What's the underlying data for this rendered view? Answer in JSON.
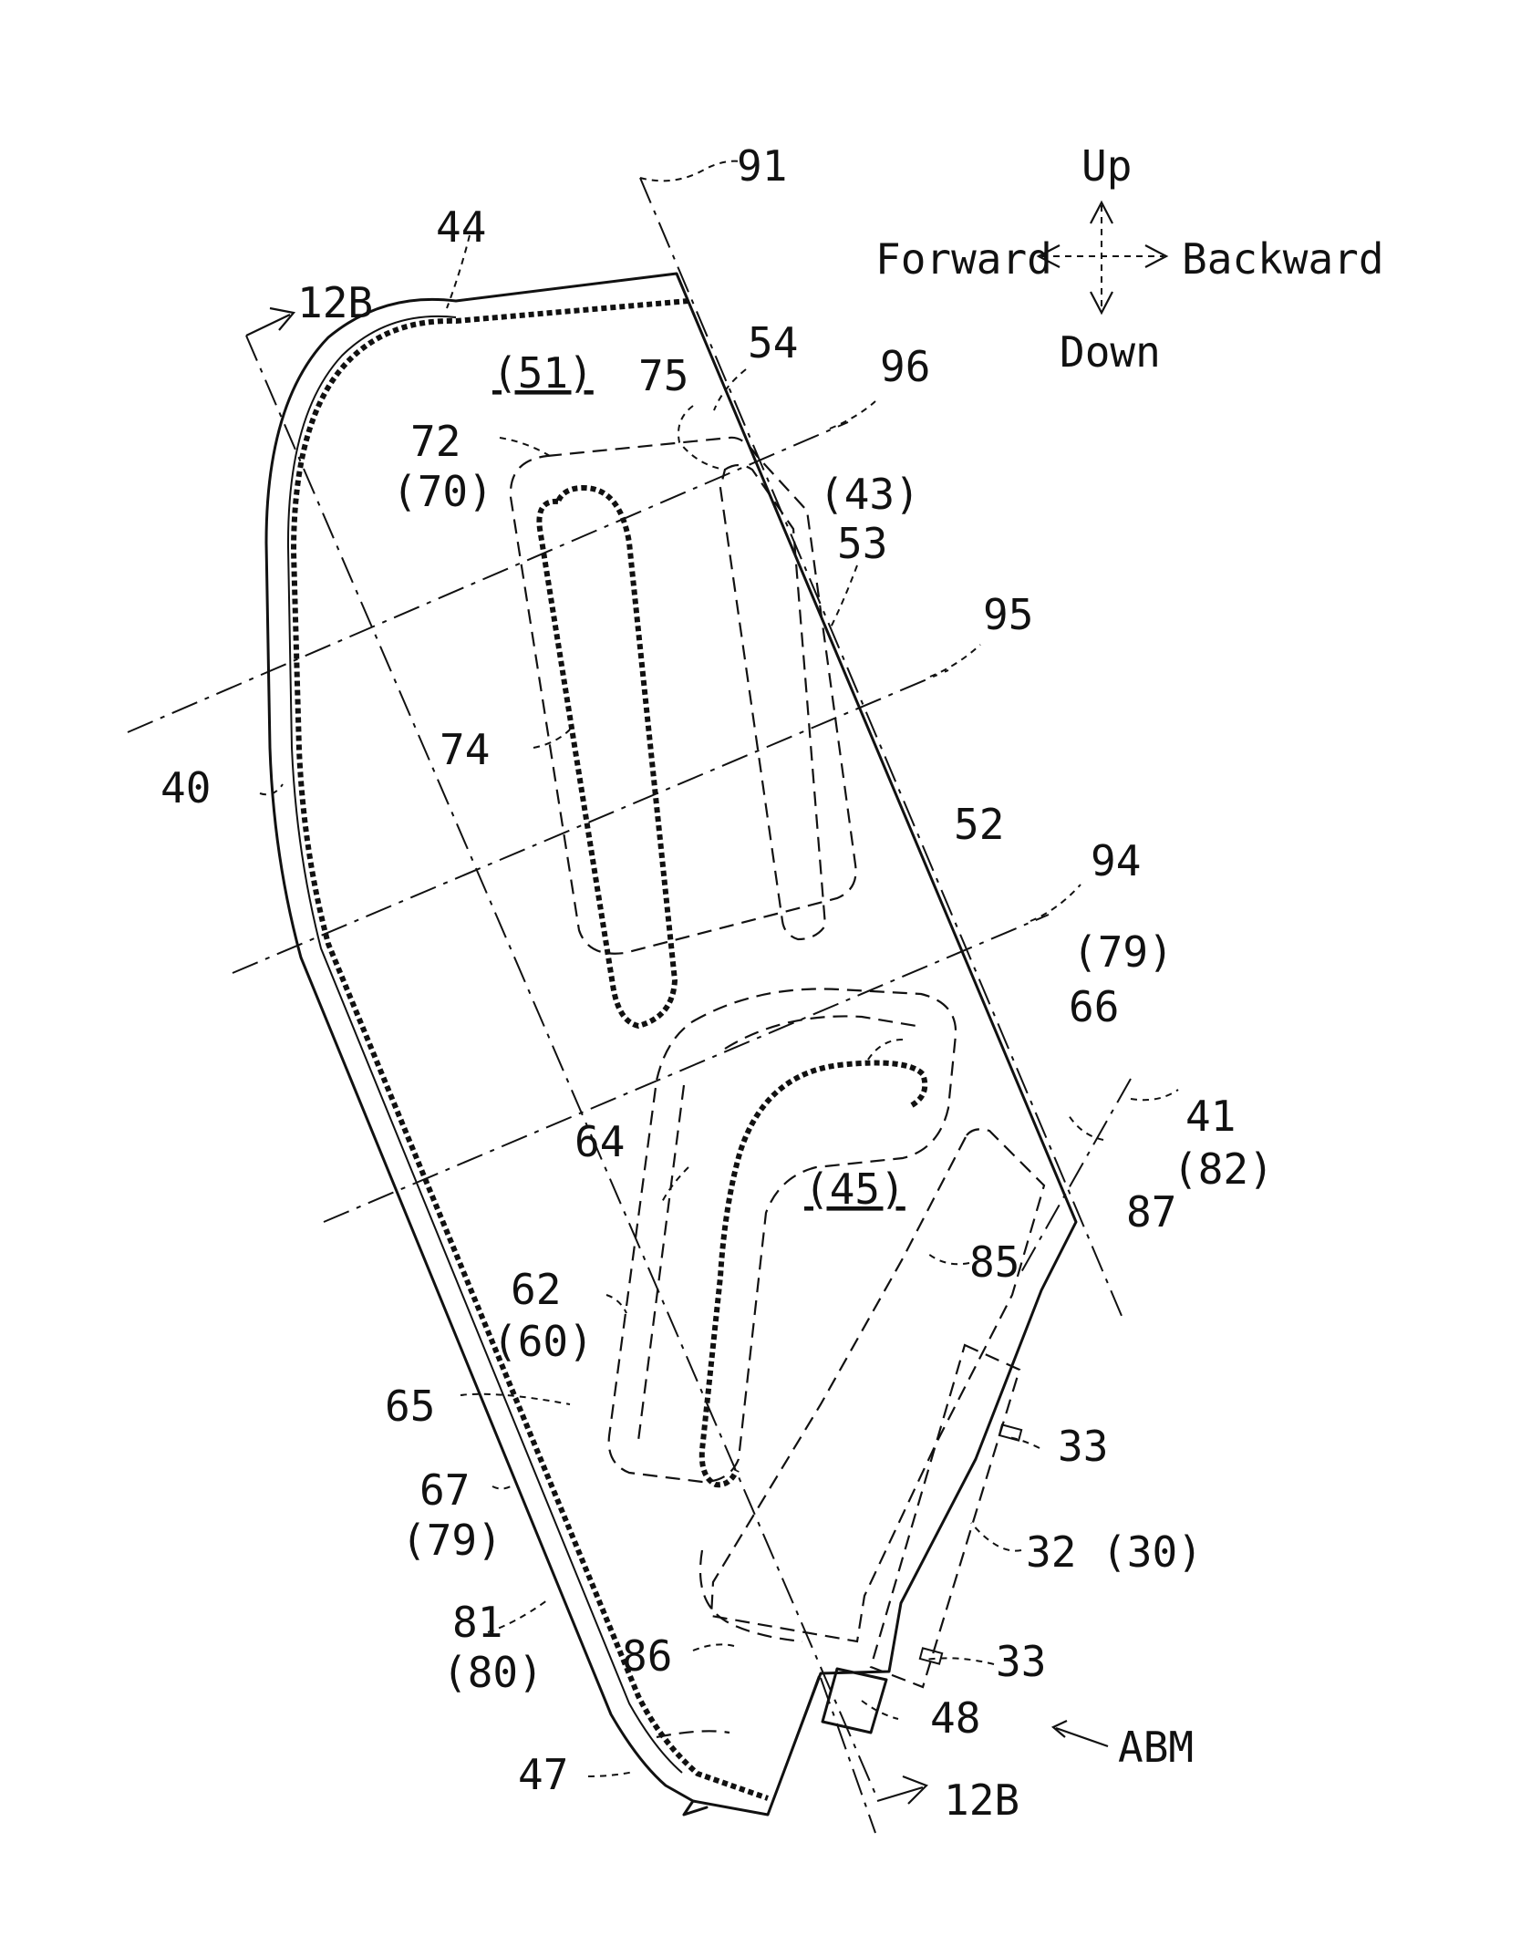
{
  "direction": {
    "up": "Up",
    "down": "Down",
    "forward": "Forward",
    "backward": "Backward"
  },
  "labels": {
    "l91": "91",
    "l44": "44",
    "l12b_top": "12B",
    "l51": "(51)",
    "l75": "75",
    "l54": "54",
    "l96": "96",
    "l72": "72",
    "l70": "(70)",
    "l43": "(43)",
    "l53": "53",
    "l95": "95",
    "l74": "74",
    "l40": "40",
    "l52": "52",
    "l94": "94",
    "l79_top": "(79)",
    "l66": "66",
    "l41": "41",
    "l82": "(82)",
    "l64": "64",
    "l45": "(45)",
    "l87": "87",
    "l85": "85",
    "l62": "62",
    "l60": "(60)",
    "l65": "65",
    "l33_upper": "33",
    "l67": "67",
    "l79_bottom": "(79)",
    "l32": "32 (30)",
    "l81": "81",
    "l80": "(80)",
    "l86": "86",
    "l33_lower": "33",
    "l48": "48",
    "l47": "47",
    "l12b_bottom": "12B",
    "labm": "ABM"
  }
}
